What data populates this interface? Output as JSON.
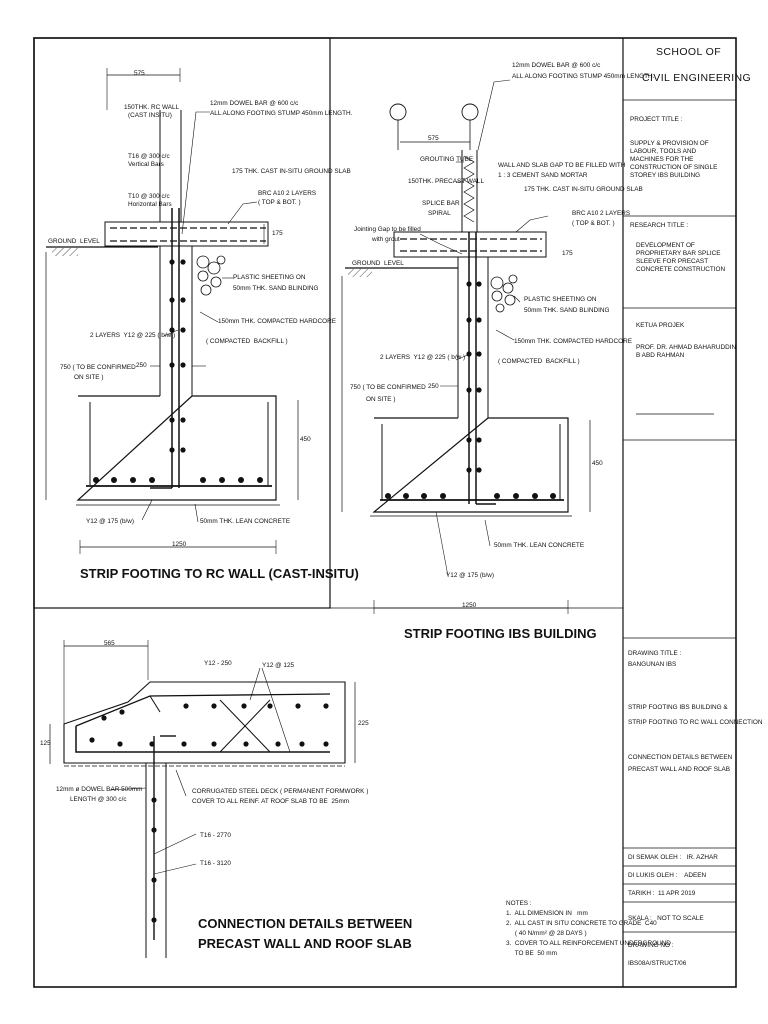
{
  "title_block": {
    "school_line1": "SCHOOL OF",
    "school_line2": "CIVIL ENGINEERING",
    "project_title_label": "PROJECT TITLE :",
    "project_title_lines": [
      "SUPPLY & PROVISION OF",
      "LABOUR, TOOLS AND",
      "MACHINES FOR THE",
      "CONSTRUCTION OF SINGLE",
      "STOREY IBS BUILDING"
    ],
    "research_title_label": "RESEARCH TITLE :",
    "research_title_lines": [
      "DEVELOPMENT OF",
      "PROPRIETARY BAR SPLICE",
      "SLEEVE FOR PRECAST",
      "CONCRETE CONSTRUCTION"
    ],
    "ketua_label": "KETUA PROJEK",
    "ketua_lines": [
      "PROF. DR. AHMAD BAHARUDDIN",
      "B ABD RAHMAN"
    ],
    "drawing_title_label": "DRAWING TITLE :",
    "drawing_title_lines": [
      "BANGUNAN IBS",
      "",
      "STRIP FOOTING IBS BUILDING &",
      "STRIP FOOTING TO RC WALL CONNECTION",
      "",
      "CONNECTION DETAILS BETWEEN",
      "PRECAST WALL AND ROOF SLAB"
    ],
    "disemak": "DI SEMAK OLEH :   IR. AZHAR",
    "dilukis": "DI LUKIS OLEH :    ADEEN",
    "tarikh": "TARIKH :  11 APR 2019",
    "skala": "SKALA :   NOT TO SCALE",
    "drawing_no_label": "DRAWING NO :",
    "drawing_no": "IBS08A/STRUCT/06"
  },
  "notes": {
    "lines": [
      "NOTES :",
      "1.  ALL DIMENSION IN   mm",
      "2.  ALL CAST IN SITU CONCRETE TO GRADE  C40",
      "     ( 40 N/mm² @ 28 DAYS )",
      "3.  COVER TO ALL REINFORCEMENT UNDERGROUND",
      "     TO BE  50 mm"
    ]
  },
  "rc_detail": {
    "title": "STRIP FOOTING TO RC WALL (CAST-INSITU)",
    "dim_575": "575",
    "wall_label": [
      "150THK. RC WALL",
      "(CAST INSITU)"
    ],
    "t16_vertical": [
      "T16 @ 300 c/c",
      "Vertical Bars"
    ],
    "t10_horizontal": [
      "T10 @ 300 c/c",
      "Horizontal Bars"
    ],
    "dowel": [
      "12mm DOWEL BAR @ 600 c/c",
      "ALL ALONG FOOTING STUMP 450mm LENGTH."
    ],
    "slab": "175 THK. CAST IN-SITU GROUND SLAB",
    "brc": [
      "BRC A10 2 LAYERS",
      "( TOP & BOT. )"
    ],
    "dim_175": "175",
    "ground": "GROUND  LEVEL",
    "plastic": [
      "PLASTIC SHEETING ON",
      "50mm THK. SAND BLINDING"
    ],
    "hardcore": "150mm THK. COMPACTED HARDCORE",
    "backfill": "( COMPACTED  BACKFILL )",
    "layers": "2 LAYERS  Y12 @ 225 ( b/w )",
    "depth": [
      "750 ( TO BE CONFIRMED",
      "ON SITE )"
    ],
    "dim_250": "250",
    "dim_450": "450",
    "y12": "Y12 @ 175 (b/w)",
    "lean": "50mm THK. LEAN CONCRETE",
    "dim_1250": "1250"
  },
  "ibs_detail": {
    "title": "STRIP FOOTING IBS BUILDING",
    "dowel": [
      "12mm DOWEL BAR @ 600 c/c",
      "ALL ALONG FOOTING STUMP 450mm LENGTH."
    ],
    "dim_575": "575",
    "grouting": "GROUTING TUBE",
    "precast": "150THK. PRECAST WALL",
    "gap": [
      "WALL AND SLAB GAP TO BE FILLED WITH",
      "1 : 3 CEMENT SAND MORTAR"
    ],
    "slab": "175 THK. CAST IN-SITU GROUND SLAB",
    "splice": [
      "SPLICE BAR",
      "SPIRAL"
    ],
    "brc": [
      "BRC A10 2 LAYERS",
      "( TOP & BOT. )"
    ],
    "jointing": [
      "Jointing Gap to be filled",
      "with grout"
    ],
    "dim_175": "175",
    "ground": "GROUND  LEVEL",
    "plastic": [
      "PLASTIC SHEETING ON",
      "50mm THK. SAND BLINDING"
    ],
    "hardcore": "150mm THK. COMPACTED HARDCORE",
    "backfill": "( COMPACTED  BACKFILL )",
    "layers": "2 LAYERS  Y12 @ 225 ( b/w )",
    "depth": [
      "750 ( TO BE CONFIRMED",
      "ON SITE )"
    ],
    "dim_250": "250",
    "dim_450": "450",
    "lean": "50mm THK. LEAN CONCRETE",
    "y12": "Y12 @ 175 (b/w)",
    "dim_1250": "1250"
  },
  "roof_detail": {
    "title_lines": [
      "CONNECTION DETAILS BETWEEN",
      "PRECAST WALL AND ROOF SLAB"
    ],
    "dim_565": "565",
    "y12_250": "Y12 - 250",
    "y12_125": "Y12 @ 125",
    "dim_225": "225",
    "dim_125": "125",
    "dowel": [
      "12mm ø DOWEL BAR 500mm",
      "LENGTH @ 300 c/c"
    ],
    "deck": [
      "CORRUGATED STEEL DECK ( PERMANENT FORMWORK )",
      "COVER TO ALL REINF. AT ROOF SLAB TO BE  25mm"
    ],
    "t16a": "T16 - 2770",
    "t16b": "T16 - 3120"
  }
}
